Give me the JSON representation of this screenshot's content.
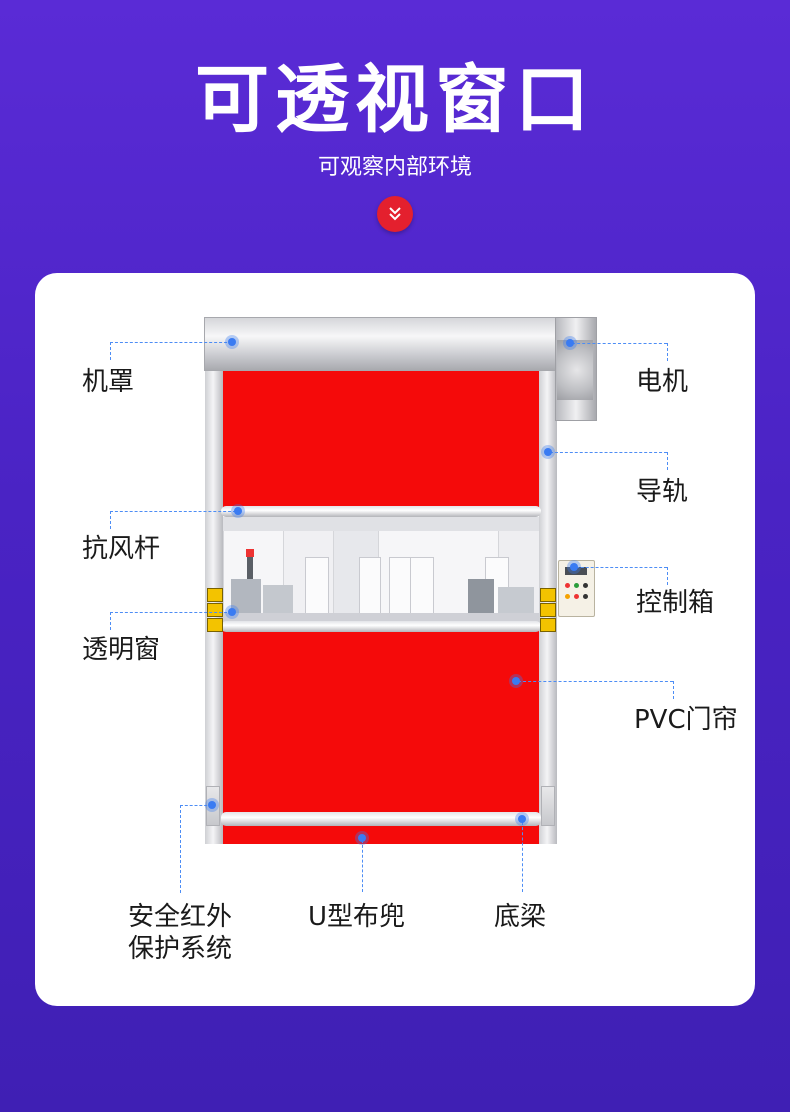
{
  "header": {
    "title": "可透视窗口",
    "subtitle": "可观察内部环境",
    "chevron_icon": "double-chevron-down-icon",
    "chevron_color": "#e4202e"
  },
  "labels": {
    "hood": "机罩",
    "motor": "电机",
    "guide_rail": "导轨",
    "wind_bar": "抗风杆",
    "control_box": "控制箱",
    "window": "透明窗",
    "pvc_curtain": "PVC门帘",
    "safety_line1": "安全红外",
    "safety_line2": "保护系统",
    "u_pocket": "U型布兜",
    "bottom_beam": "底梁"
  },
  "colors": {
    "background": "#4a23c4",
    "curtain": "#f50a0a",
    "callout": "#3a7bf2"
  }
}
